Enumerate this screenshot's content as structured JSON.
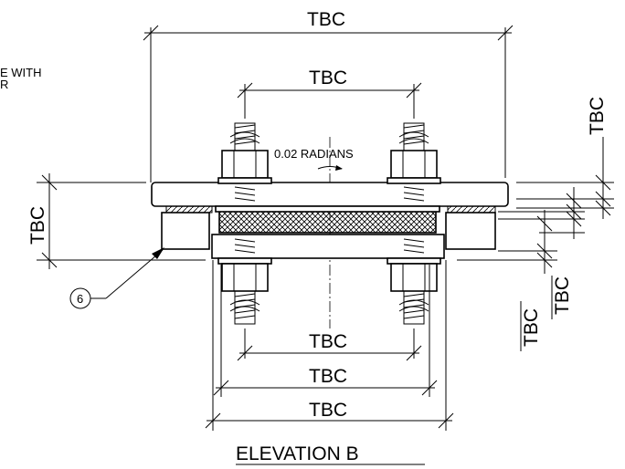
{
  "dimensions": {
    "overall_top": "TBC",
    "bolt_centres_top": "TBC",
    "right_top": "TBC",
    "left_height": "TBC",
    "right_lower_1": "TBC",
    "right_lower_2": "TBC",
    "bottom_1": "TBC",
    "bottom_2": "TBC",
    "bottom_3": "TBC"
  },
  "annotations": {
    "rotation": "0.02 RADIANS",
    "note_line_1": "E WITH",
    "note_line_2": "R",
    "callout_number": "6"
  },
  "title": "ELEVATION B"
}
